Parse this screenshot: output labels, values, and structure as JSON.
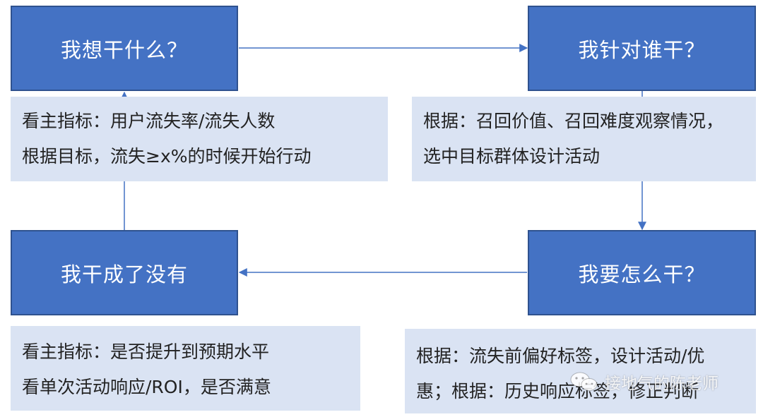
{
  "nodes": {
    "what": "我想干什么？",
    "whom": "我针对谁干？",
    "how": "我要怎么干？",
    "result": "我干成了没有"
  },
  "notes": {
    "what": [
      "看主指标：用户流失率/流失人数",
      "根据目标，流失≥x%的时候开始行动"
    ],
    "whom": [
      "根据：召回价值、召回难度观察情况，",
      "选中目标群体设计活动"
    ],
    "result": [
      "看主指标：是否提升到预期水平",
      "看单次活动响应/ROI，是否满意"
    ],
    "how": [
      "根据：流失前偏好标签，设计活动/优",
      "惠；根据：历史响应标签，修正判断"
    ]
  },
  "watermark": {
    "text": "接地气的陈老师",
    "icon": "wechat-icon"
  },
  "colors": {
    "node_fill": "#4472c4",
    "node_border": "#2f528f",
    "note_fill": "#dae3f3",
    "arrow": "#4472c4"
  }
}
